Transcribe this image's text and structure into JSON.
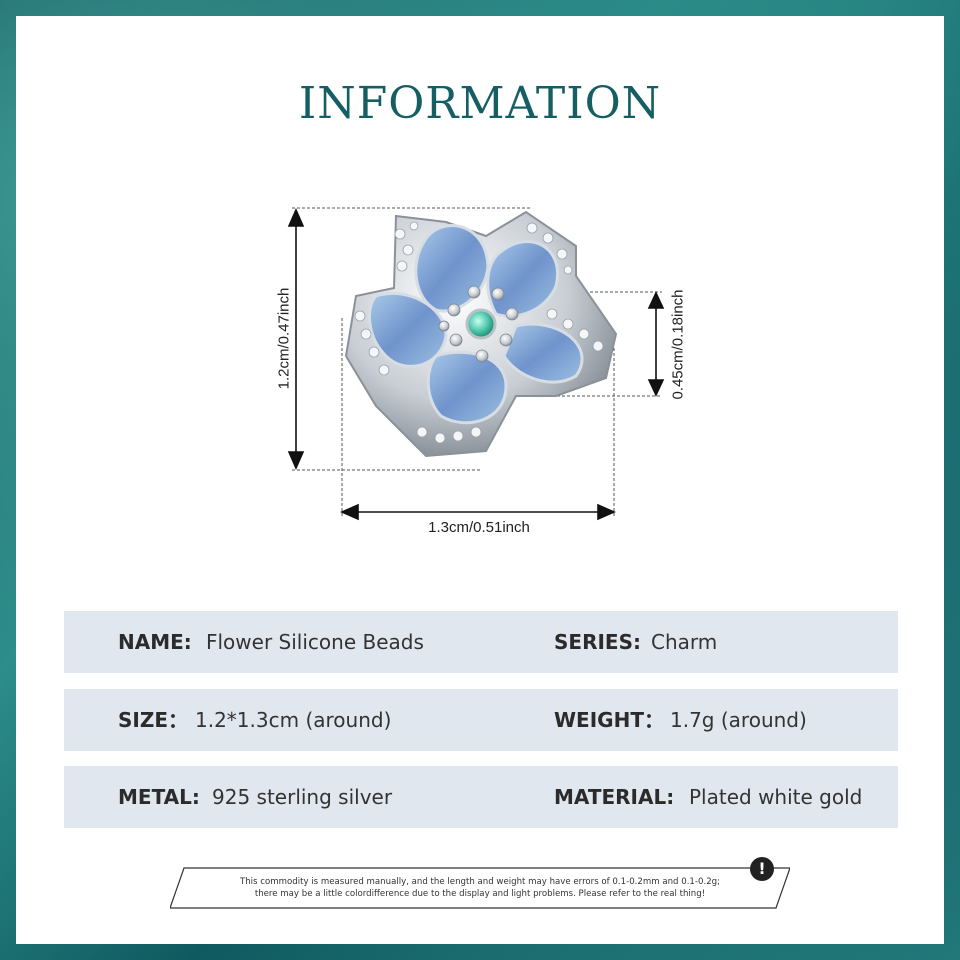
{
  "title": "INFORMATION",
  "dimensions": {
    "height": "1.2cm/0.47inch",
    "width": "1.3cm/0.51inch",
    "hole": "0.45cm/0.18inch"
  },
  "specs": [
    {
      "label": "NAME:",
      "value": "Flower Silicone Beads",
      "label2": "SERIES:",
      "value2": "Charm"
    },
    {
      "label": "SIZE：",
      "value": "1.2*1.3cm (around)",
      "label2": "WEIGHT：",
      "value2": "1.7g (around)"
    },
    {
      "label": "METAL:",
      "value": "925 sterling silver",
      "label2": "MATERIAL:",
      "value2": "Plated white gold"
    }
  ],
  "notice": {
    "line1": "This commodity is measured manually, and the length and weight may have errors of 0.1-0.2mm and 0.1-0.2g;",
    "line2": "there may be a little colordifference due to the display and light problems. Please refer to the real thing!",
    "icon": "!"
  },
  "colors": {
    "title": "#155e63",
    "row_bg": "#e1e7ee",
    "border": "#1c6e72"
  }
}
